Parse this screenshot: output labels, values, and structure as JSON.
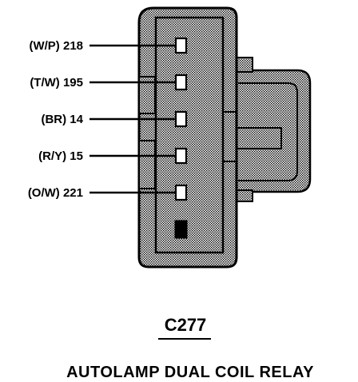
{
  "connector": {
    "id": "C277",
    "caption": "AUTOLAMP DUAL COIL RELAY",
    "pins": [
      {
        "label": "(W/P) 218"
      },
      {
        "label": "(T/W) 195"
      },
      {
        "label": "(BR) 14"
      },
      {
        "label": "(R/Y) 15"
      },
      {
        "label": "(O/W) 221"
      }
    ]
  },
  "colors": {
    "ink": "#000000",
    "shading": "#c8c8c8",
    "background": "#ffffff"
  }
}
